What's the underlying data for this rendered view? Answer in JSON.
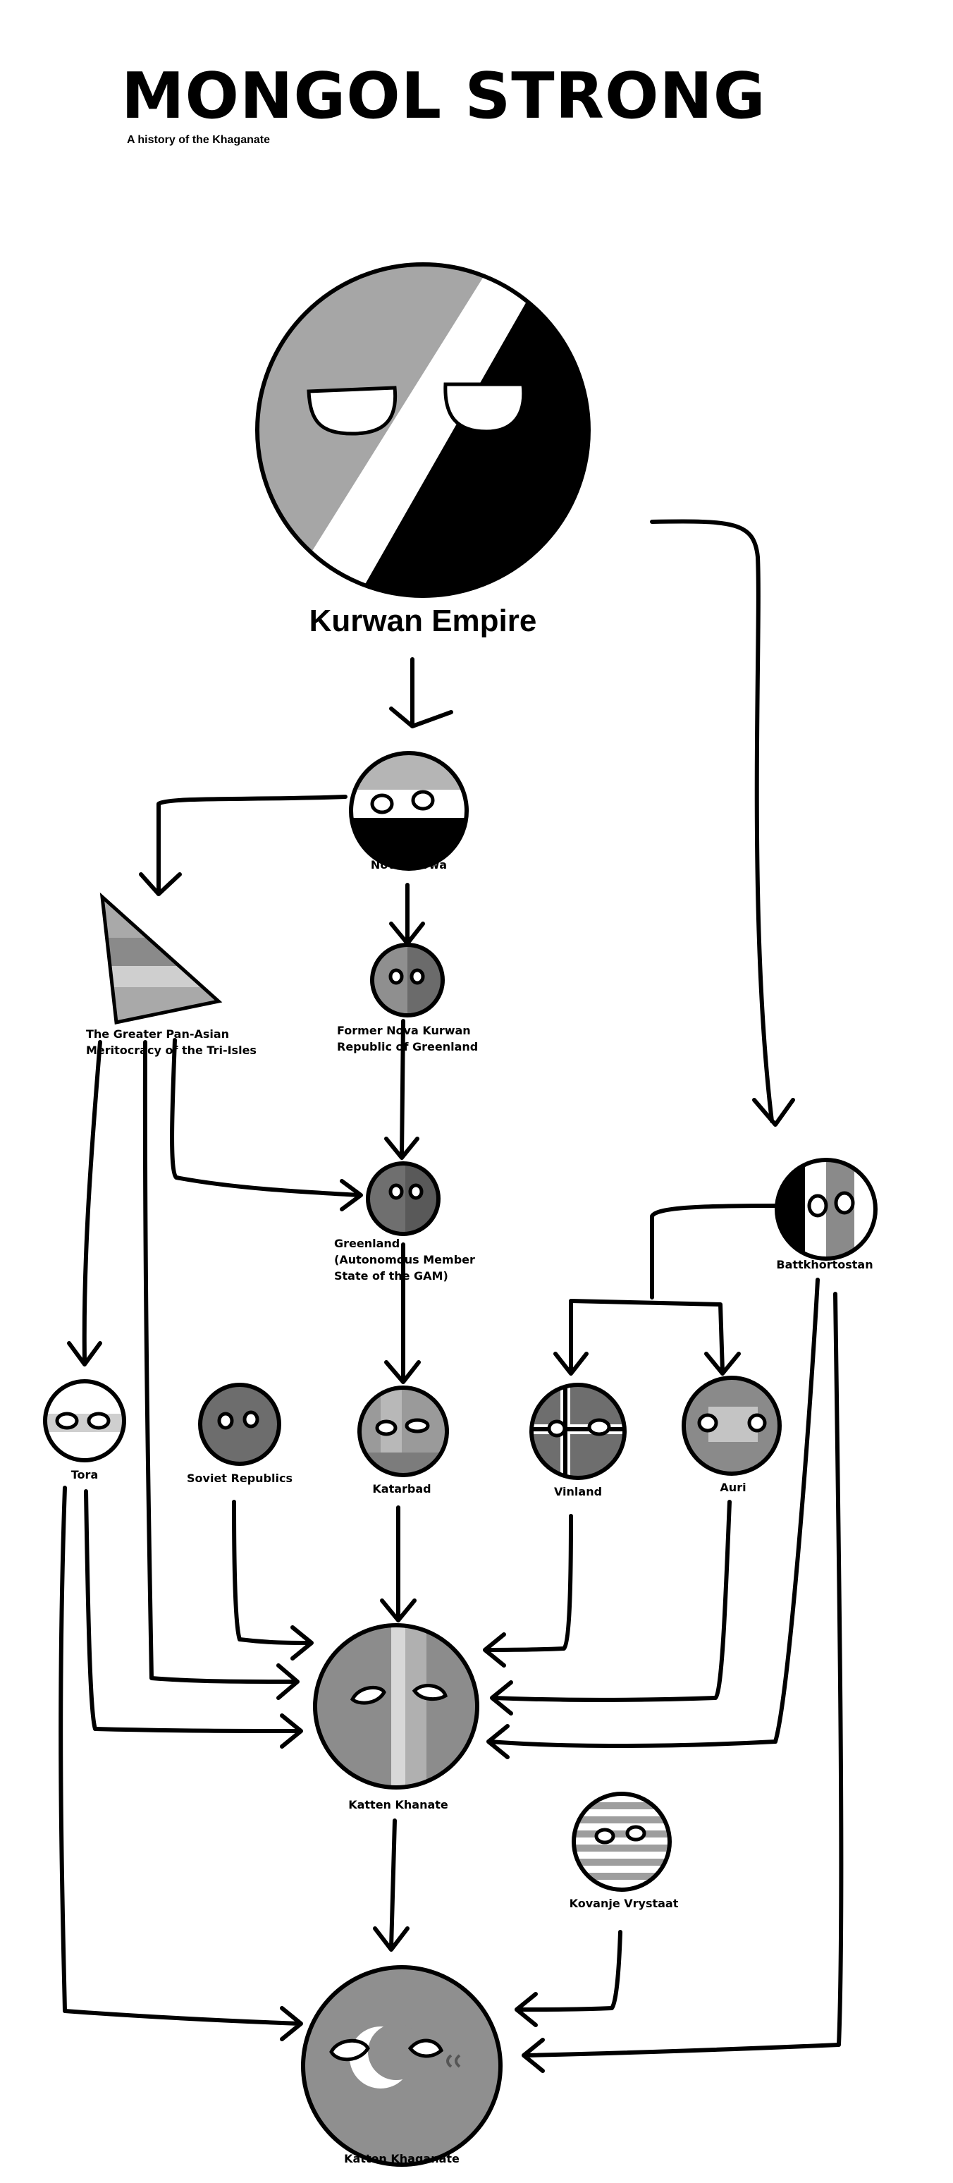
{
  "header": {
    "title": "MONGOL STRONG",
    "subtitle": "A history of the Khaganate"
  },
  "nodes": {
    "kurwan_empire": "Kurwan Empire",
    "nova_kurwa": "Nova Kurwa",
    "tri_isles": "The Greater Pan-Asian\nMeritocracy of the Tri-Isles",
    "former_nova_kurwan": "Former Nova Kurwan\nRepublic of Greenland",
    "greenland": "Greenland\n(Autonomous Member\nState of the GAM)",
    "battkhortostan": "Battkhortostan",
    "tora": "Tora",
    "soviet_republics": "Soviet Republics",
    "katarbad": "Katarbad",
    "vinland": "Vinland",
    "auri": "Auri",
    "katten_khanate": "Katten Khanate",
    "kovanje_vrystaat": "Kovanje Vrystaat",
    "katten_khaganate": "Katten Khaganate"
  },
  "colors": {
    "light_gray": "#bdbdbd",
    "mid_gray": "#8f8f8f",
    "dark_gray": "#6e6e6e",
    "black": "#000000",
    "white": "#ffffff"
  }
}
